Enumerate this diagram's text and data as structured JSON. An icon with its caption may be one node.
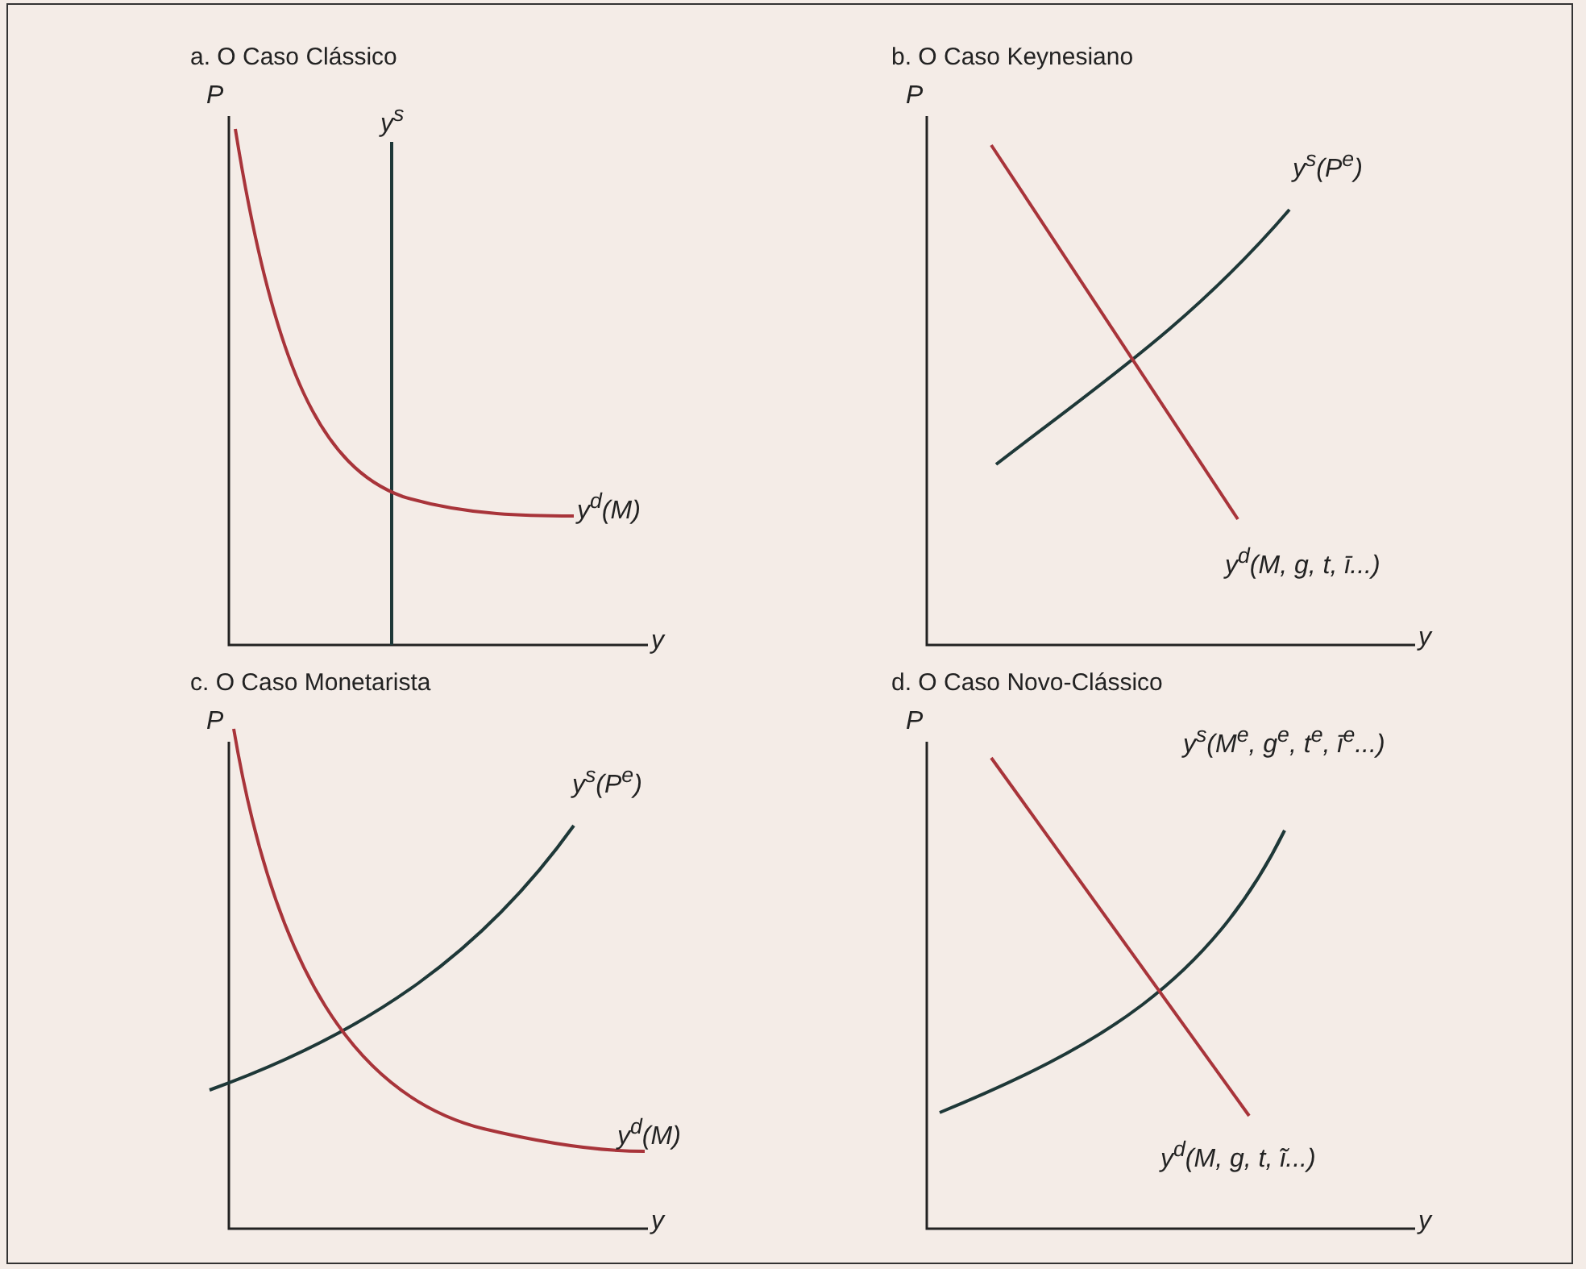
{
  "diagram": {
    "labels": [
      "a. O Caso Clássico",
      "P",
      "y$^{s}$",
      "y$^{d}$(M)",
      "y",
      "b. O Caso Keynesiano",
      "P",
      "y$^{s}$(P$^{e}$)",
      "y$^{d}$(M, g, t, ī...)",
      "y",
      "c. O Caso Monetarista",
      "P",
      "y$^{s}$(P$^{e}$)",
      "y$^{d}$(M)",
      "y",
      "d. O Caso Novo-Clássico",
      "P",
      "y$^{s}$(M$^{e}$, g$^{e}$, t$^{e}$, ī$^{e}$...)",
      "y$^{d}$(M, g, t, ĩ...)",
      "y"
    ]
  }
}
